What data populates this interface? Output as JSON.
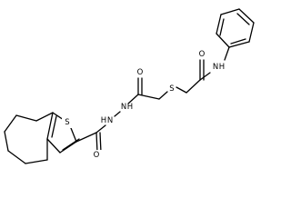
{
  "molecule": {
    "atom_labels": {
      "S_thiophene": "S",
      "S_thioether": "S",
      "O_amide_right": "O",
      "O_hydrazide": "O",
      "O_thiophene_amide": "O",
      "N_anilide": "N",
      "H_anilide": "H",
      "N_hydrazide_1": "N",
      "H_hydrazide_1": "H",
      "N_hydrazide_2": "N",
      "H_hydrazide_2": "H"
    }
  }
}
